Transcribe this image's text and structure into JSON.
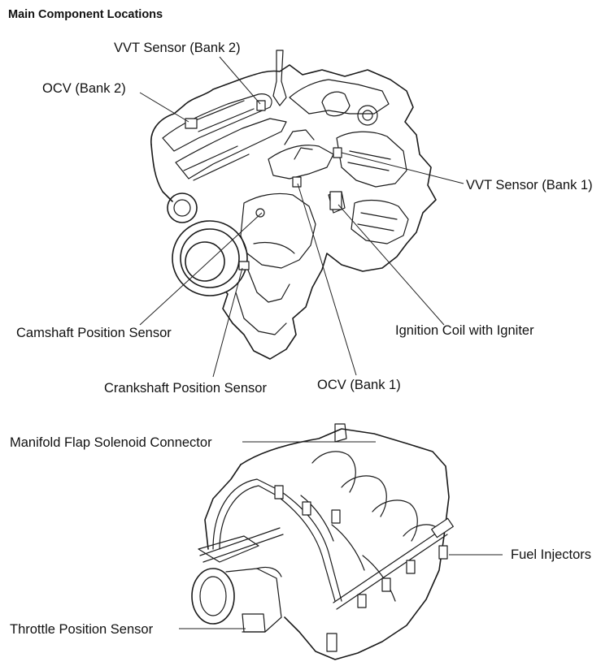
{
  "title": "Main Component Locations",
  "engine_labels": {
    "vvt_bank2": "VVT Sensor (Bank 2)",
    "ocv_bank2": "OCV (Bank 2)",
    "vvt_bank1": "VVT Sensor (Bank 1)",
    "camshaft": "Camshaft Position Sensor",
    "ignition": "Ignition Coil with Igniter",
    "crankshaft": "Crankshaft Position Sensor",
    "ocv_bank1": "OCV (Bank 1)"
  },
  "manifold_labels": {
    "flap_connector": "Manifold Flap Solenoid Connector",
    "fuel_injectors": "Fuel Injectors",
    "throttle_sensor": "Throttle Position Sensor"
  }
}
